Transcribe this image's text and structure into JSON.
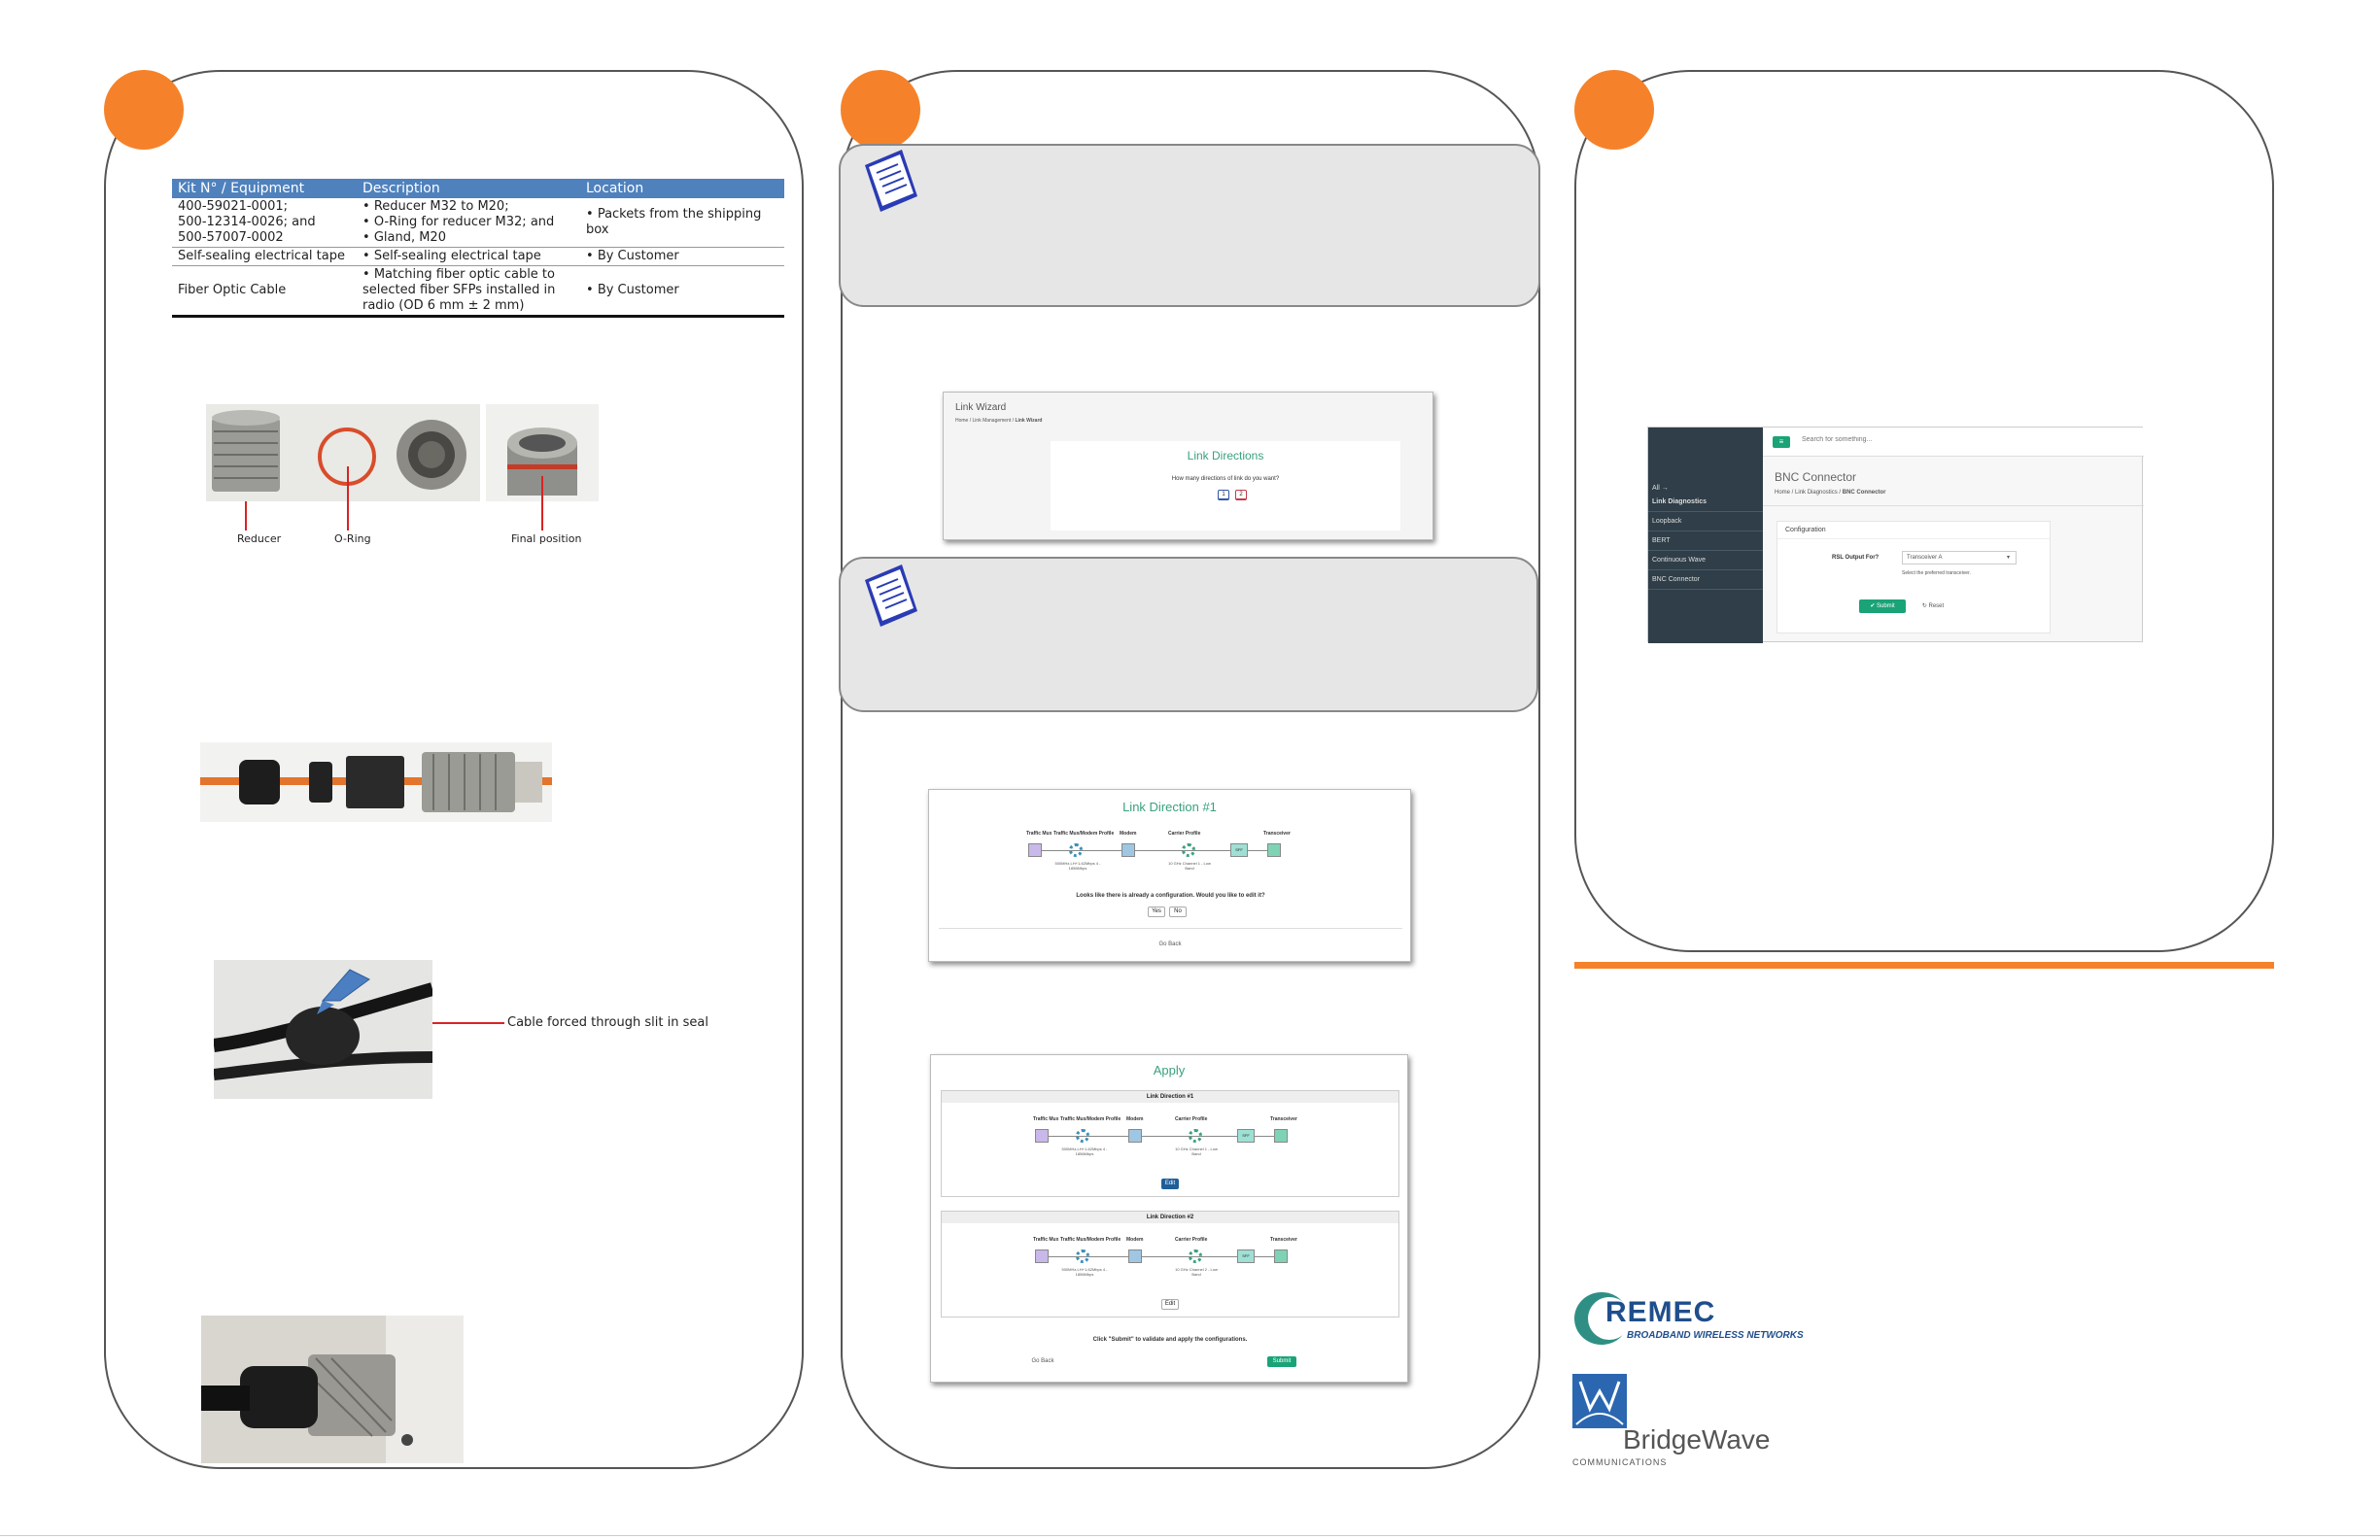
{
  "table": {
    "headers": [
      "Kit N° / Equipment",
      "Description",
      "Location"
    ],
    "rows": [
      {
        "equipment": [
          "400-59021-0001;",
          "500-12314-0026; and",
          "500-57007-0002"
        ],
        "description": [
          "Reducer M32 to M20;",
          "O-Ring for reducer M32; and",
          "Gland, M20"
        ],
        "location": "Packets from the shipping box"
      },
      {
        "equipment": [
          "Self-sealing electrical tape"
        ],
        "description": [
          "Self-sealing electrical tape"
        ],
        "location": "By Customer"
      },
      {
        "equipment": [
          "Fiber Optic Cable"
        ],
        "description": [
          "Matching fiber optic cable to selected fiber SFPs installed in radio (OD 6 mm ± 2 mm)"
        ],
        "location": "By Customer"
      }
    ]
  },
  "figures": {
    "reducer_label": "Reducer",
    "oring_label": "O-Ring",
    "final_label": "Final position",
    "cable_label": "Cable forced through slit in seal"
  },
  "link_wizard": {
    "title": "Link Wizard",
    "breadcrumb": [
      "Home",
      "Link Management",
      "Link Wizard"
    ],
    "heading": "Link Directions",
    "question": "How many directions of link do you want?",
    "options": [
      "1",
      "2"
    ]
  },
  "link_direction": {
    "heading": "Link Direction #1",
    "columns": [
      "Traffic Mux",
      "Traffic Mux/Modem Profile",
      "Modem",
      "Carrier Profile",
      "Transceiver"
    ],
    "profile_sub": "500MHz,LH+1-62Mbps 4 - 1856Mbps",
    "carrier_sub": "10 GHz Channel 1 - Low Band",
    "tag": "SFF",
    "question": "Looks like there is already a configuration. Would you like to edit it?",
    "yes": "Yes",
    "no": "No",
    "back": "Go Back"
  },
  "apply": {
    "heading": "Apply",
    "dir1": "Link Direction #1",
    "dir2": "Link Direction #2",
    "edit": "Edit",
    "carrier_sub_2": "10 GHz Channel 2 - Low Band",
    "instruction": "Click \"Submit\" to validate and apply the configurations.",
    "back": "Go Back",
    "submit": "Submit"
  },
  "bnc": {
    "search_placeholder": "Search for something...",
    "menu_icon": "hamburger-icon",
    "nav": [
      "All →",
      "Link Diagnostics",
      "Loopback",
      "BERT",
      "Continuous Wave",
      "BNC Connector"
    ],
    "title": "BNC Connector",
    "breadcrumb": [
      "Home",
      "Link Diagnostics",
      "BNC Connector"
    ],
    "section": "Configuration",
    "field_label": "RSL Output For?",
    "field_value": "Transceiver A",
    "help": "Select the preferred transceiver.",
    "submit": "✔ Submit",
    "reset": "↻ Reset"
  },
  "logos": {
    "remec_name": "REMEC",
    "remec_tagline": "BROADBAND WIRELESS NETWORKS",
    "bridgewave_name": "BridgeWave",
    "bridgewave_sub": "COMMUNICATIONS"
  },
  "colors": {
    "accent": "#f5822a",
    "table_header": "#4f81bd",
    "teal": "#3aa17e",
    "remec_blue": "#1f4e8c"
  }
}
